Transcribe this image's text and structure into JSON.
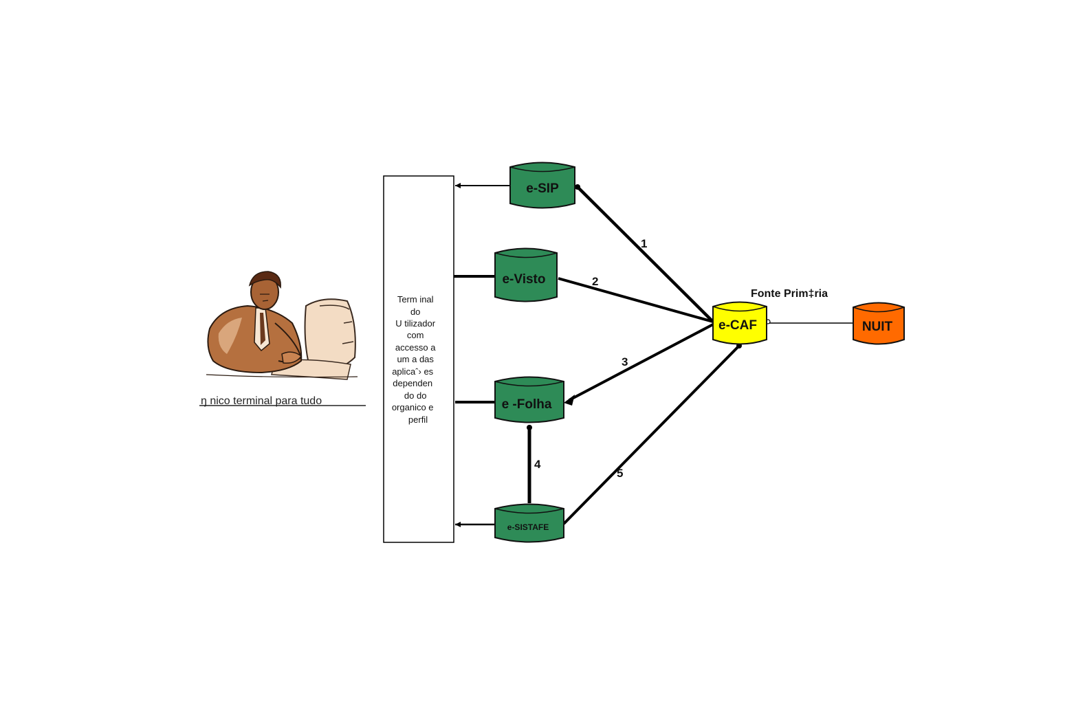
{
  "diagram": {
    "user_caption": "ŋ nico terminal para tudo",
    "terminal_lines": [
      "Term inal",
      "do",
      "U tilizador",
      "com",
      "accesso a",
      "um a das",
      "aplicaˆ› es",
      "dependen",
      "do do",
      "organico e",
      "perfil"
    ],
    "source_label": "Fonte Prim‡ria",
    "databases": {
      "esip": "e-SIP",
      "evisto": "e-Visto",
      "efolha": "e -Folha",
      "esistafe": "e-SISTAFE",
      "ecaf": "e-CAF",
      "nuit": "NUIT"
    },
    "edge_labels": [
      "1",
      "2",
      "3",
      "4",
      "5"
    ],
    "colors": {
      "green": "#2e8b57",
      "yellow": "#ffff00",
      "orange": "#ff6a00",
      "line": "#000000"
    }
  }
}
